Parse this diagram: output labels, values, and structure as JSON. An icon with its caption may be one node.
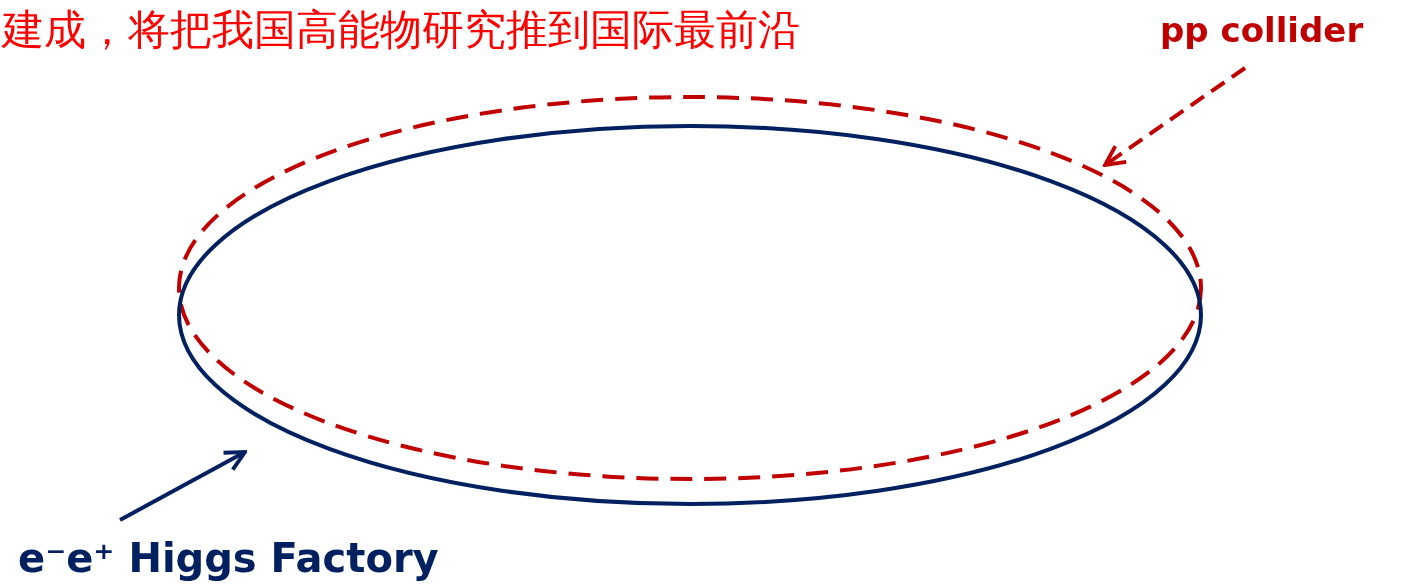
{
  "diagram": {
    "nodes": [
      {
        "text": [
          "pp collider"
        ]
      },
      {
        "text": [],
        "shape": "ellipse"
      },
      {
        "text": [],
        "shape": "ellipse"
      },
      {
        "text": [
          "e⁻e⁺  Higgs Factory"
        ]
      }
    ],
    "edges": [
      {
        "from": 0,
        "to": 1,
        "arrow": "to",
        "style": "dashed",
        "color": "#c00000"
      },
      {
        "from": 3,
        "to": 2,
        "arrow": "to",
        "color": "#002060"
      }
    ],
    "labels": [
      "建成，将把我国高能物研究推到国际最前沿"
    ]
  }
}
